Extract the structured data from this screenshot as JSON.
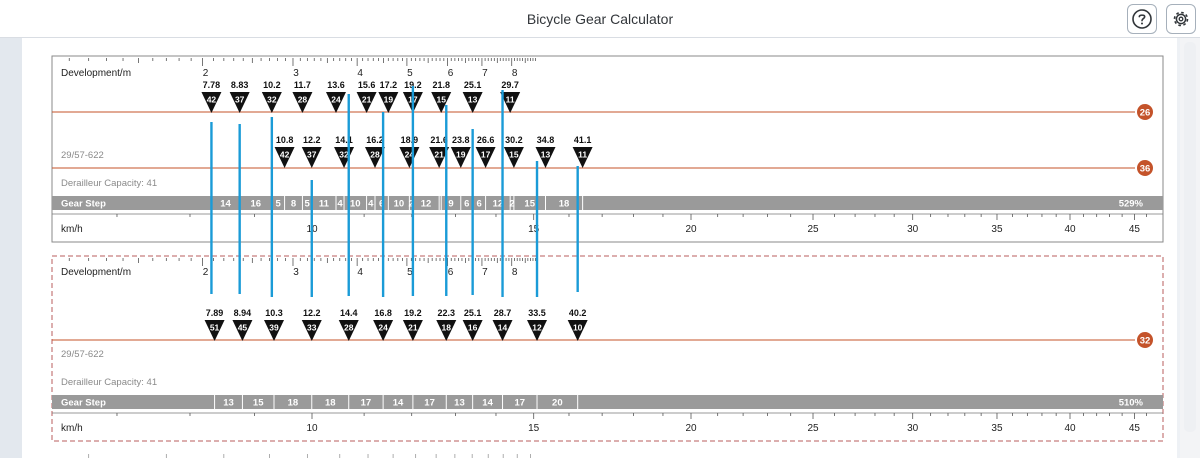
{
  "app": {
    "title": "Bicycle Gear Calculator",
    "help_icon": "help-circle-icon",
    "settings_icon": "gear-icon"
  },
  "colors": {
    "accent_line": "#1a9bd7",
    "chainring_badge": "#c4532a",
    "gear_bar": "#9a9a9a",
    "frame_border": "#8a8a8a"
  },
  "scales": {
    "development": {
      "label": "Development/m",
      "major_labels": [
        "2",
        "3",
        "4",
        "5",
        "6",
        "7",
        "8"
      ]
    },
    "speed": {
      "label": "km/h",
      "major_labels": [
        "10",
        "15",
        "20",
        "25",
        "30",
        "35",
        "40",
        "45"
      ]
    }
  },
  "panels": [
    {
      "id": "derailleur",
      "wheel": "29/57-622",
      "capacity_label": "Derailleur Capacity: 41",
      "gear_step_label": "Gear Step",
      "range_label": "529%",
      "chainrings": [
        {
          "teeth": "26",
          "gears": [
            {
              "dev": "7.78",
              "cog": "42"
            },
            {
              "dev": "8.83",
              "cog": "37"
            },
            {
              "dev": "10.2",
              "cog": "32"
            },
            {
              "dev": "11.7",
              "cog": "28"
            },
            {
              "dev": "13.6",
              "cog": "24"
            },
            {
              "dev": "15.6",
              "cog": "21"
            },
            {
              "dev": "17.2",
              "cog": "19"
            },
            {
              "dev": "19.2",
              "cog": "17"
            },
            {
              "dev": "21.8",
              "cog": "15"
            },
            {
              "dev": "25.1",
              "cog": "13"
            },
            {
              "dev": "29.7",
              "cog": "11"
            }
          ]
        },
        {
          "teeth": "36",
          "gears": [
            {
              "dev": "10.8",
              "cog": "42"
            },
            {
              "dev": "12.2",
              "cog": "37"
            },
            {
              "dev": "14.1",
              "cog": "32"
            },
            {
              "dev": "16.2",
              "cog": "28"
            },
            {
              "dev": "18.9",
              "cog": "24"
            },
            {
              "dev": "21.6",
              "cog": "21"
            },
            {
              "dev": "23.8",
              "cog": "19"
            },
            {
              "dev": "26.6",
              "cog": "17"
            },
            {
              "dev": "30.2",
              "cog": "15"
            },
            {
              "dev": "34.8",
              "cog": "13"
            },
            {
              "dev": "41.1",
              "cog": "11"
            }
          ]
        }
      ],
      "steps": [
        {
          "label": "14",
          "a": 7.78,
          "b": 8.83
        },
        {
          "label": "16",
          "a": 8.83,
          "b": 10.2
        },
        {
          "label": "5",
          "a": 10.2,
          "b": 10.8
        },
        {
          "label": "8",
          "a": 10.8,
          "b": 11.7
        },
        {
          "label": "5",
          "a": 11.7,
          "b": 12.2
        },
        {
          "label": "11",
          "a": 12.2,
          "b": 13.6
        },
        {
          "label": "4",
          "a": 13.6,
          "b": 14.1
        },
        {
          "label": "10",
          "a": 14.1,
          "b": 15.6
        },
        {
          "label": "4",
          "a": 15.6,
          "b": 16.2
        },
        {
          "label": "6",
          "a": 16.2,
          "b": 17.2
        },
        {
          "label": "10",
          "a": 17.2,
          "b": 18.9
        },
        {
          "label": "2",
          "a": 18.9,
          "b": 19.2
        },
        {
          "label": "12",
          "a": 19.2,
          "b": 21.6
        },
        {
          "label": "",
          "a": 21.6,
          "b": 21.8
        },
        {
          "label": "9",
          "a": 21.8,
          "b": 23.8
        },
        {
          "label": "6",
          "a": 23.8,
          "b": 25.1
        },
        {
          "label": "6",
          "a": 25.1,
          "b": 26.6
        },
        {
          "label": "12",
          "a": 26.6,
          "b": 29.7
        },
        {
          "label": "2",
          "a": 29.7,
          "b": 30.2
        },
        {
          "label": "15",
          "a": 30.2,
          "b": 34.8
        },
        {
          "label": "18",
          "a": 34.8,
          "b": 41.1
        }
      ],
      "blue_lines": [
        7.78,
        8.83,
        10.2,
        12.2,
        14.4,
        16.8,
        19.2,
        22.3,
        25.1,
        28.7,
        33.5,
        40.2
      ]
    },
    {
      "id": "hub",
      "wheel": "29/57-622",
      "capacity_label": "Derailleur Capacity: 41",
      "gear_step_label": "Gear Step",
      "range_label": "510%",
      "chainrings": [
        {
          "teeth": "32",
          "gears": [
            {
              "dev": "7.89",
              "cog": "51"
            },
            {
              "dev": "8.94",
              "cog": "45"
            },
            {
              "dev": "10.3",
              "cog": "39"
            },
            {
              "dev": "12.2",
              "cog": "33"
            },
            {
              "dev": "14.4",
              "cog": "28"
            },
            {
              "dev": "16.8",
              "cog": "24"
            },
            {
              "dev": "19.2",
              "cog": "21"
            },
            {
              "dev": "22.3",
              "cog": "18"
            },
            {
              "dev": "25.1",
              "cog": "16"
            },
            {
              "dev": "28.7",
              "cog": "14"
            },
            {
              "dev": "33.5",
              "cog": "12"
            },
            {
              "dev": "40.2",
              "cog": "10"
            }
          ]
        }
      ],
      "steps": [
        {
          "label": "13",
          "a": 7.89,
          "b": 8.94
        },
        {
          "label": "15",
          "a": 8.94,
          "b": 10.3
        },
        {
          "label": "18",
          "a": 10.3,
          "b": 12.2
        },
        {
          "label": "18",
          "a": 12.2,
          "b": 14.4
        },
        {
          "label": "17",
          "a": 14.4,
          "b": 16.8
        },
        {
          "label": "14",
          "a": 16.8,
          "b": 19.2
        },
        {
          "label": "17",
          "a": 19.2,
          "b": 22.3
        },
        {
          "label": "13",
          "a": 22.3,
          "b": 25.1
        },
        {
          "label": "14",
          "a": 25.1,
          "b": 28.7
        },
        {
          "label": "17",
          "a": 28.7,
          "b": 33.5
        },
        {
          "label": "20",
          "a": 33.5,
          "b": 40.2
        }
      ],
      "blue_lines": []
    }
  ]
}
